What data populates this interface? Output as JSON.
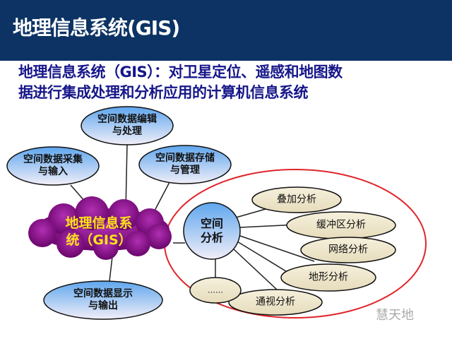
{
  "header": {
    "title": "地理信息系统(GIS)"
  },
  "subtitle": {
    "line1": "地理信息系统（GIS）：对卫星定位、遥感和地图数",
    "line2": "据进行集成处理和分析应用的计算机信息系统"
  },
  "center": {
    "line1": "地理信息系",
    "line2": "统（GIS）"
  },
  "functions": [
    {
      "line1": "空间数据编辑",
      "line2": "与处理"
    },
    {
      "line1": "空间数据采集",
      "line2": "与输入"
    },
    {
      "line1": "空间数据存储",
      "line2": "与管理"
    },
    {
      "line1": "空间数据显示",
      "line2": "与输出"
    }
  ],
  "analysis": {
    "line1": "空间",
    "line2": "分析",
    "items": [
      "叠加分析",
      "缓冲区分析",
      "网络分析",
      "地形分析",
      "通视分析",
      "……"
    ]
  },
  "watermark": "慧天地",
  "colors": {
    "header": "#0c3363",
    "subtitle": "#16168a",
    "cloud": "#7b0a7d",
    "cloud_text": "#ffe21a",
    "red_ring": "#e0242a"
  }
}
